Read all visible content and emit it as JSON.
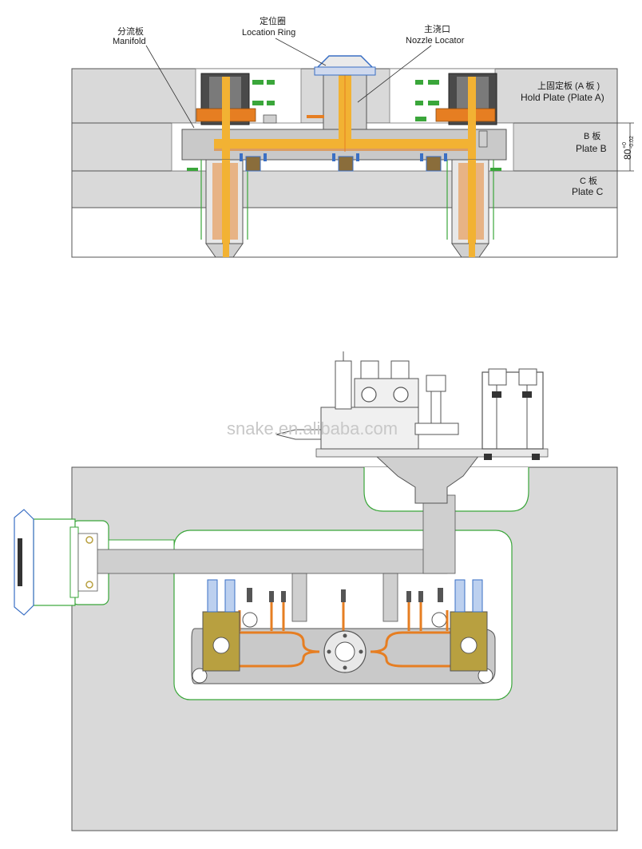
{
  "top_section": {
    "manifold_cn": "分流板",
    "manifold_en": "Manifold",
    "location_ring_cn": "定位圈",
    "location_ring_en": "Location Ring",
    "nozzle_locator_cn": "主浇口",
    "nozzle_locator_en": "Nozzle Locator",
    "plate_a_cn": "上固定板 (A 板 )",
    "plate_a_en": "Hold Plate (Plate A)",
    "plate_b_cn": "B 板",
    "plate_b_en": "Plate B",
    "plate_c_cn": "C 板",
    "plate_c_en": "Plate C",
    "dim_base": "80",
    "dim_tol_upper": "+0",
    "dim_tol_lower": "-0.02"
  },
  "watermark": "snake.en.alibaba.com",
  "colors": {
    "plate": "#d9d9d9",
    "plate_dark": "#c6c6c6",
    "melt": "#f2b233",
    "heater": "#e67e22",
    "outline": "#555555",
    "fitting_blue": "#3a6fc4",
    "fitting_green": "#3aa63a",
    "insulator_brown": "#8a6d3b"
  }
}
